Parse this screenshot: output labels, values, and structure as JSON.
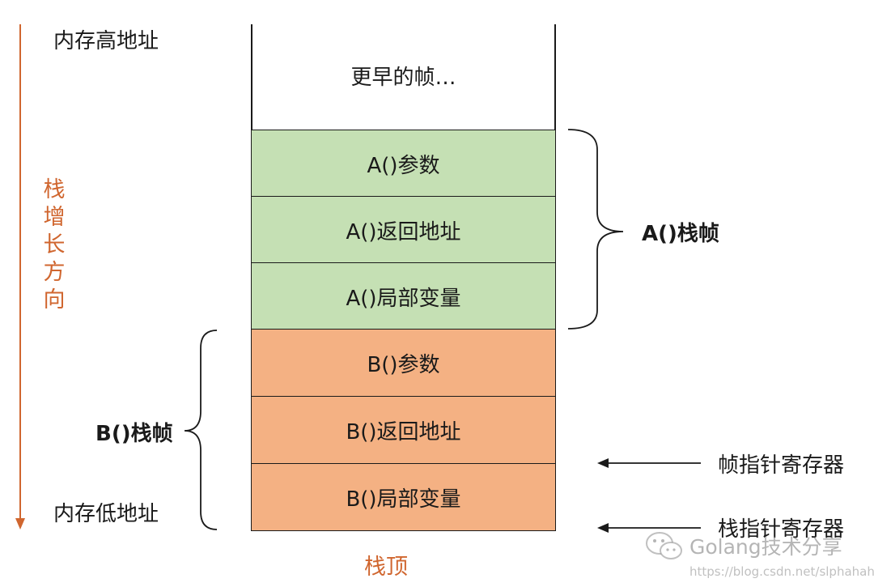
{
  "memory": {
    "high": "内存高地址",
    "low": "内存低地址"
  },
  "growth": {
    "label": "栈增长方向"
  },
  "stack": {
    "earlier": "更早的帧…",
    "cells": [
      {
        "label": "A()参数",
        "color": "#c5e0b4"
      },
      {
        "label": "A()返回地址",
        "color": "#c5e0b4"
      },
      {
        "label": "A()局部变量",
        "color": "#c5e0b4"
      },
      {
        "label": "B()参数",
        "color": "#f4b183"
      },
      {
        "label": "B()返回地址",
        "color": "#f4b183"
      },
      {
        "label": "B()局部变量",
        "color": "#f4b183"
      }
    ],
    "top_label": "栈顶"
  },
  "frames": {
    "a": "A()栈帧",
    "b": "B()栈帧"
  },
  "registers": {
    "frame_pointer": "帧指针寄存器",
    "stack_pointer": "栈指针寄存器"
  },
  "watermark": {
    "text": "Golang技术分享",
    "url": "https://blog.csdn.net/slphahaha"
  },
  "colors": {
    "accent": "#d0662f",
    "frame_a": "#c5e0b4",
    "frame_b": "#f4b183"
  }
}
